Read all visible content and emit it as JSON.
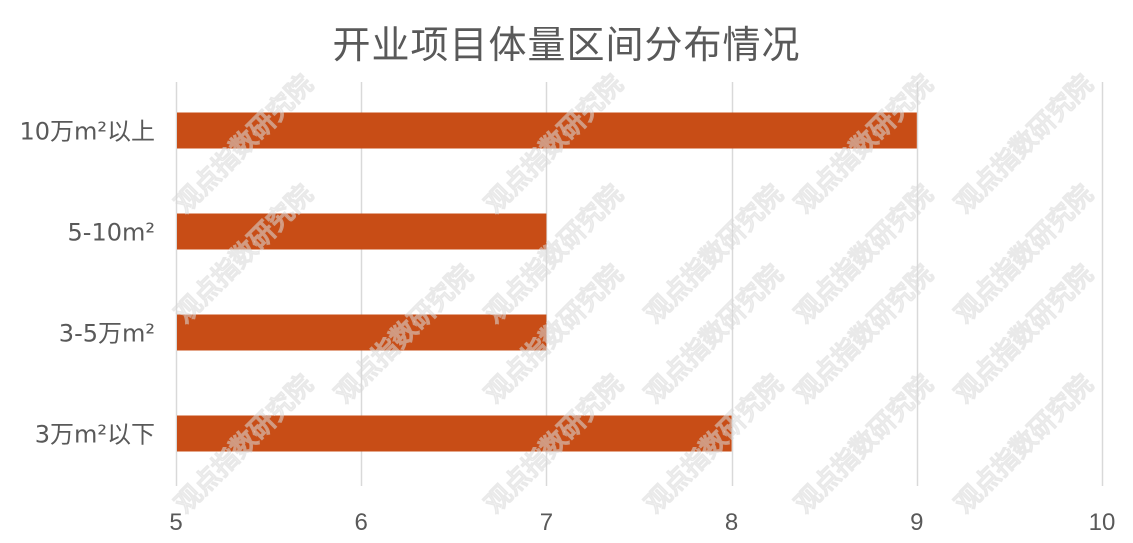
{
  "chart_data": {
    "type": "bar",
    "orientation": "horizontal",
    "title": "开业项目体量区间分布情况",
    "categories": [
      "10万m²以上",
      "5-10m²",
      "3-5万m²",
      "3万m²以下"
    ],
    "values": [
      9,
      7,
      7,
      8
    ],
    "xlabel": "",
    "ylabel": "",
    "xlim": [
      5,
      10
    ],
    "xticks": [
      5,
      6,
      7,
      8,
      9,
      10
    ],
    "grid": "vertical",
    "legend": "none",
    "bar_color": "#C84D16",
    "gridline_color": "#D9D9D9",
    "text_color": "#595959"
  },
  "watermark": {
    "text": "观点指数研究院"
  }
}
